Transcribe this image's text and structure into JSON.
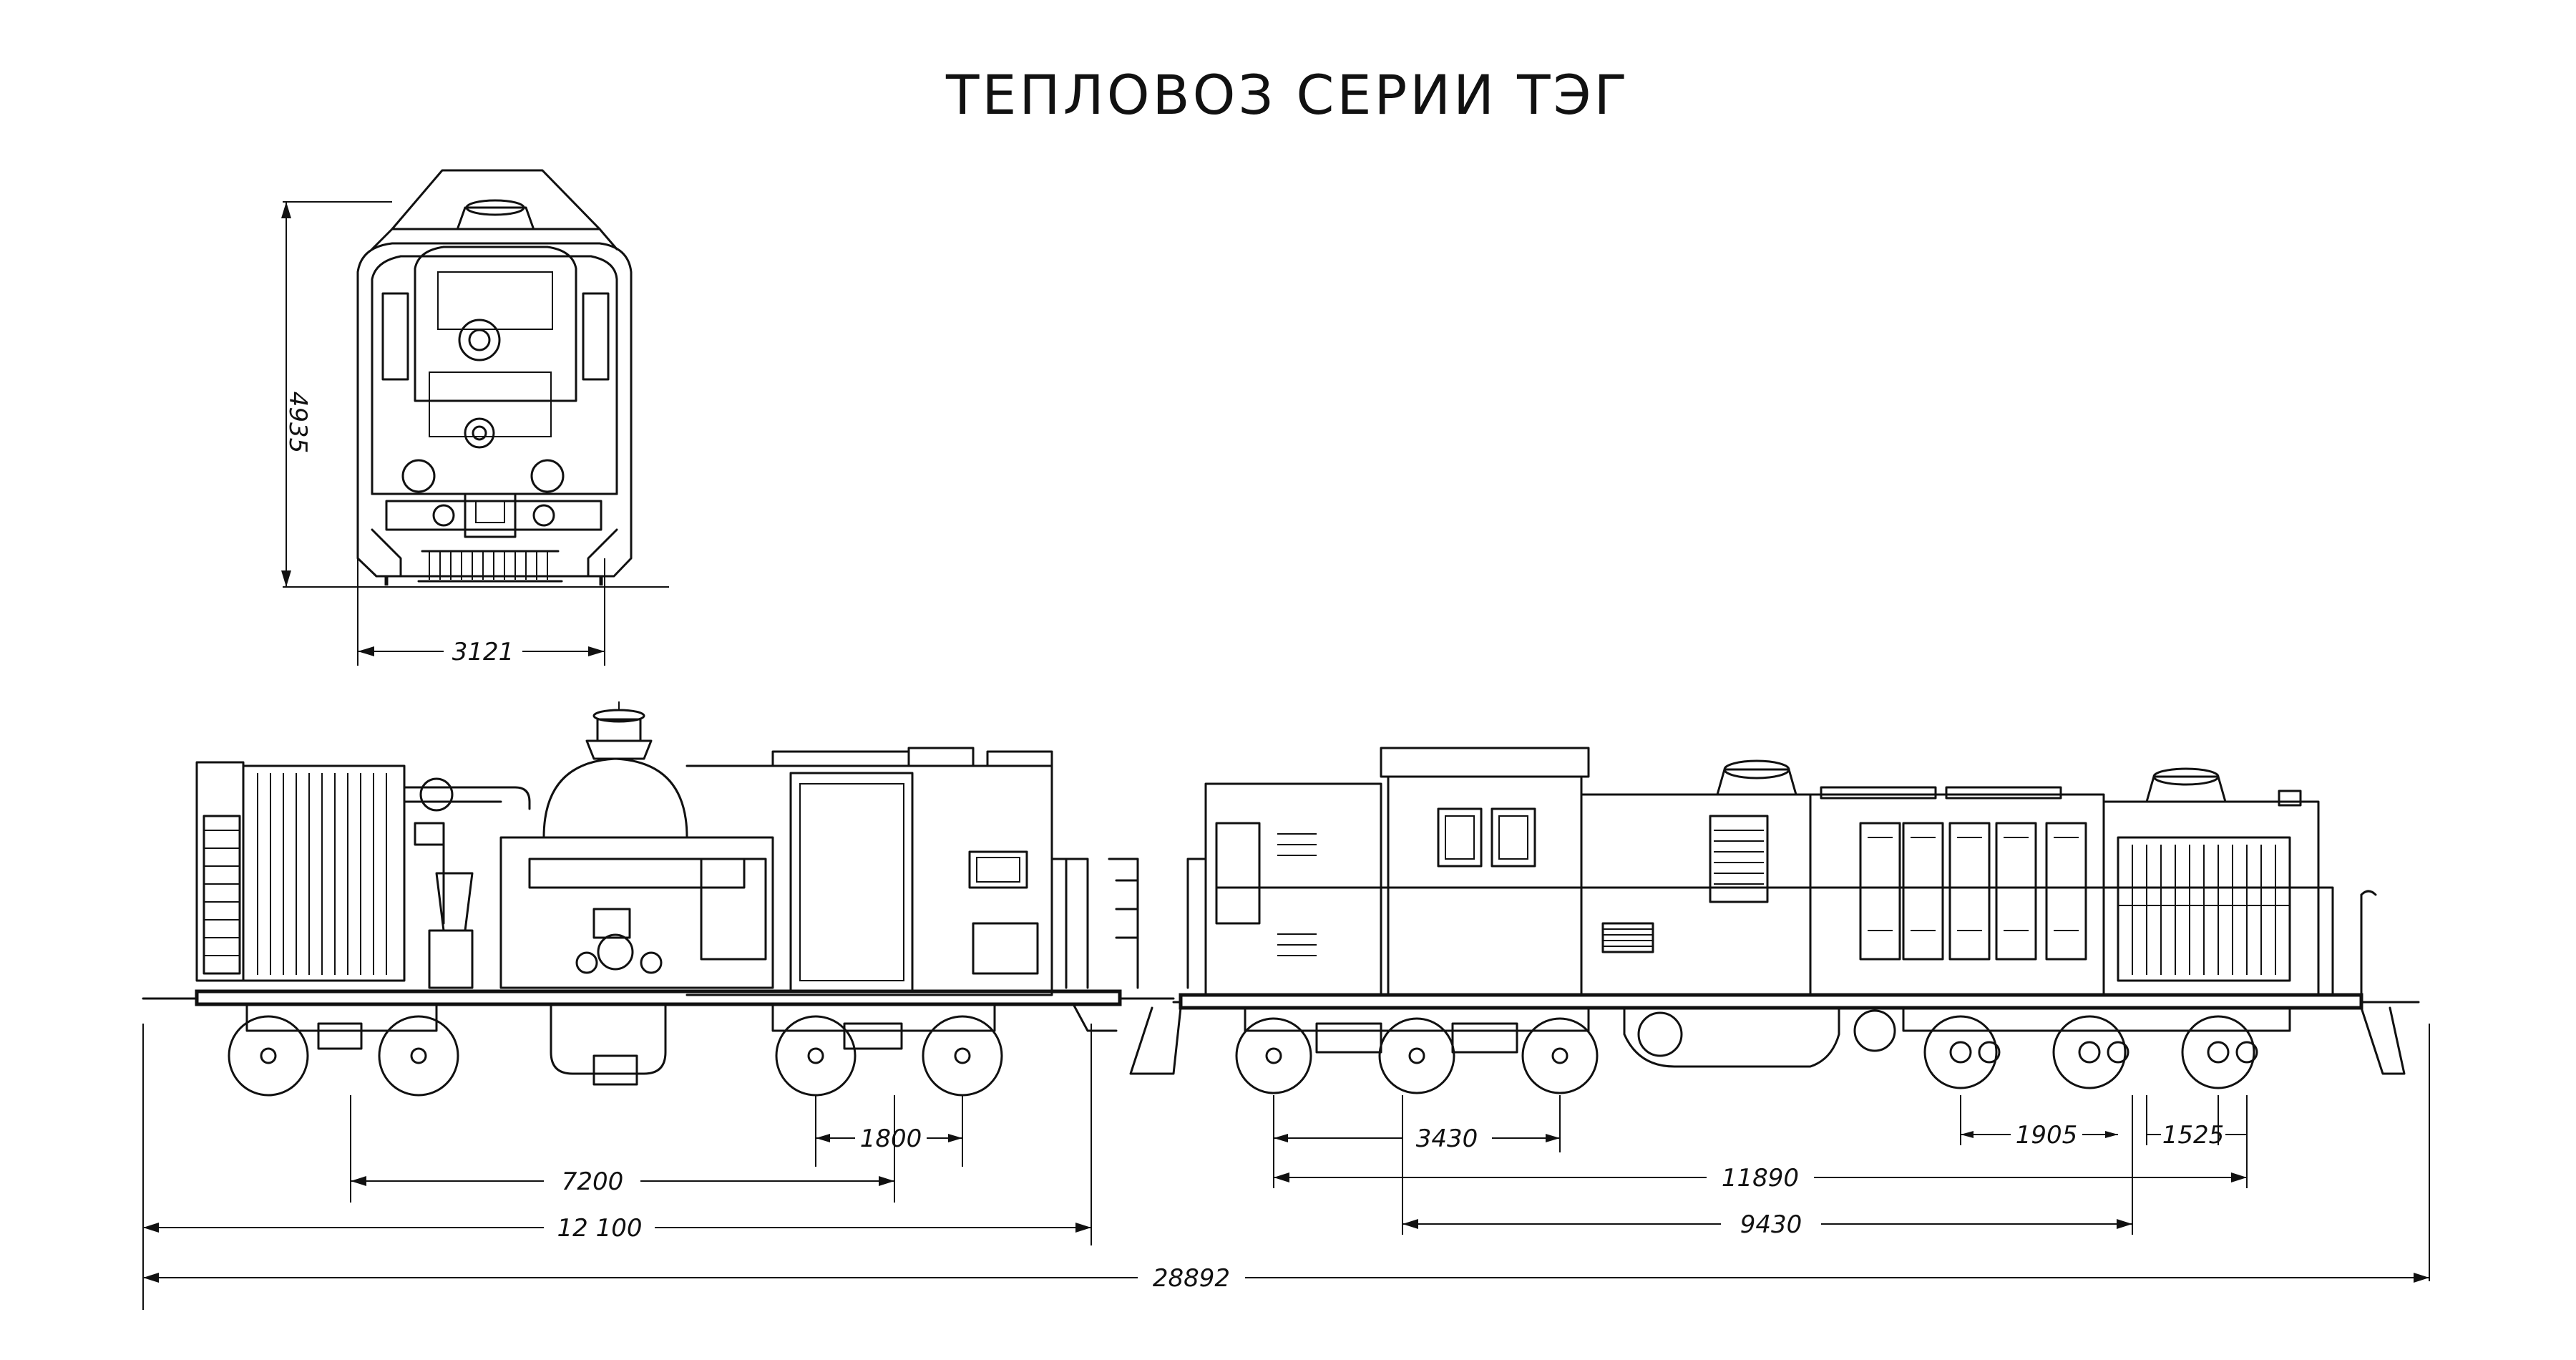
{
  "title": "ТЕПЛОВОЗ СЕРИИ ТЭГ",
  "dimensions": {
    "height": "4935",
    "width": "3121",
    "bogie_wheelbase_tender": "1800",
    "tender_bogie_centres": "7200",
    "tender_length": "12 100",
    "overall_length": "28892",
    "loco_bogie_base": "3430",
    "loco_length": "11890",
    "loco_bogie_centres": "9430",
    "axle_spacing_a": "1905",
    "axle_spacing_b": "1525"
  },
  "colors": {
    "ink": "#111111",
    "paper": "#ffffff"
  }
}
